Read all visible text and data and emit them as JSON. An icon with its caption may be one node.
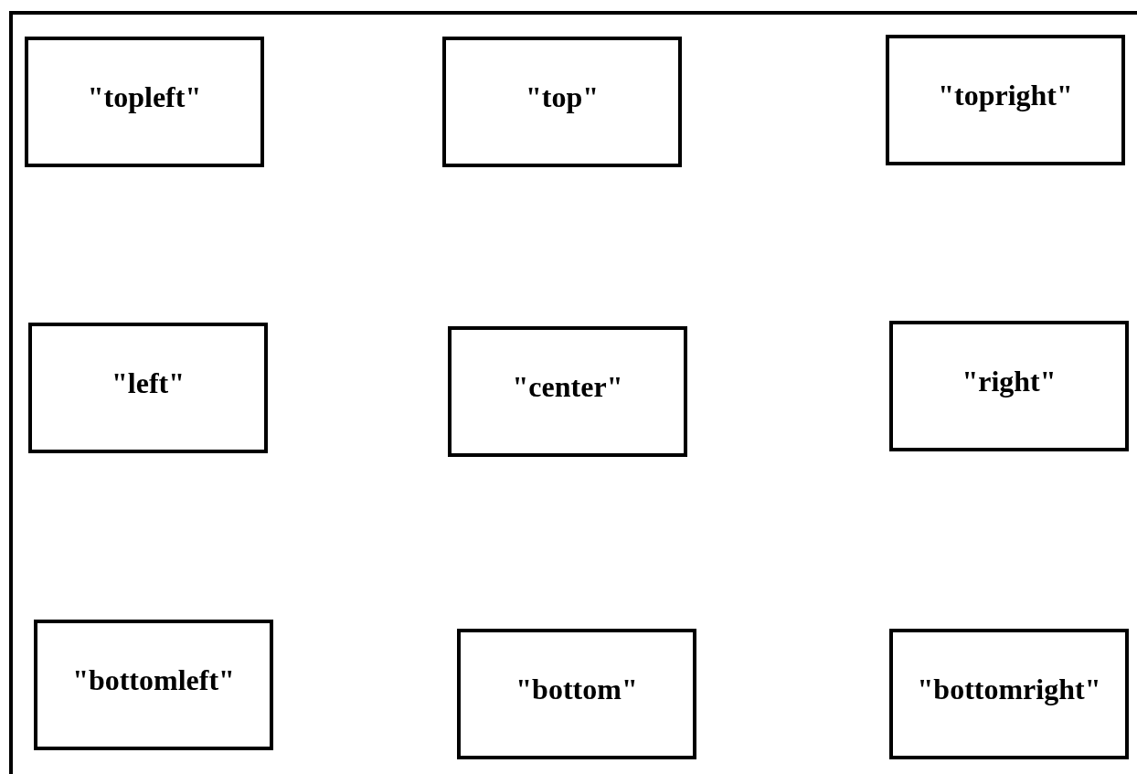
{
  "diagram": {
    "nodes": [
      {
        "text": [],
        "shape": "box"
      },
      {
        "text": [
          "\"topleft\""
        ],
        "in": 0
      },
      {
        "text": [
          "\"top\""
        ],
        "in": 0
      },
      {
        "text": [
          "\"topright\""
        ],
        "in": 0
      },
      {
        "text": [
          "\"left\""
        ],
        "in": 0
      },
      {
        "text": [
          "\"center\""
        ],
        "in": 0
      },
      {
        "text": [
          "\"right\""
        ],
        "in": 0
      },
      {
        "text": [
          "\"bottomleft\""
        ],
        "in": 0
      },
      {
        "text": [
          "\"bottom\""
        ],
        "in": 0
      },
      {
        "text": [
          "\"bottomright\""
        ],
        "in": 0
      }
    ]
  }
}
